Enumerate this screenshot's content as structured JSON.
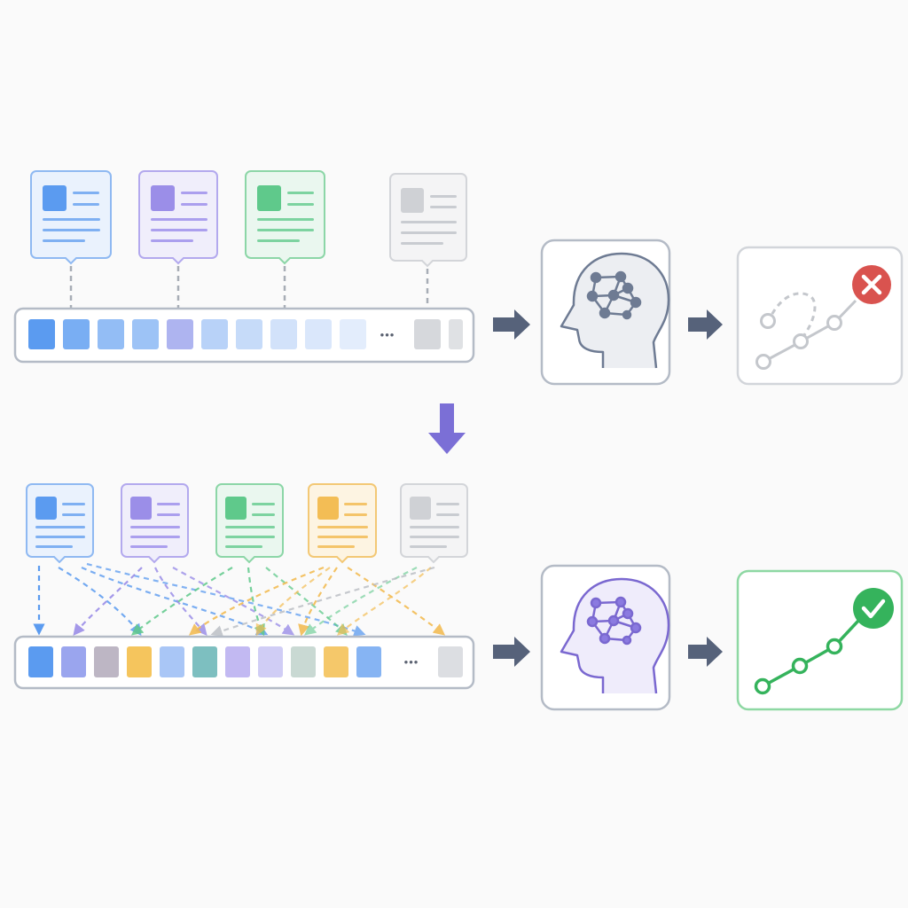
{
  "ellipsis": "•••",
  "colors": {
    "blue": "#5b9bf0",
    "purple": "#9b8ee8",
    "green": "#5fc98b",
    "orange": "#f3bd55",
    "gray": "#b9bcc2",
    "red": "#d9534f",
    "success": "#35b35c",
    "arrow": "#56627a",
    "down_arrow": "#7b6fd6",
    "frame": "#aab3c1",
    "brain_top": "#6e7b93",
    "brain_bottom": "#7a68d0"
  },
  "icons": {
    "fail_badge": "cross-icon",
    "success_badge": "check-icon",
    "model": "brain-network-icon",
    "document": "document-icon"
  },
  "top_row": {
    "documents": [
      "blue",
      "purple",
      "green",
      "gray"
    ],
    "context_slots": [
      "blue",
      "blue",
      "blue",
      "blue",
      "purple",
      "blue",
      "blue",
      "blue",
      "blue",
      "blue",
      "ellipsis",
      "gray",
      "gray"
    ],
    "result": "failure"
  },
  "bottom_row": {
    "documents": [
      "blue",
      "purple",
      "green",
      "orange",
      "gray"
    ],
    "context_slots": [
      "blue",
      "purple",
      "gray",
      "orange",
      "blue",
      "teal",
      "purple",
      "purple",
      "gray",
      "orange",
      "blue",
      "ellipsis",
      "gray"
    ],
    "result": "success"
  }
}
